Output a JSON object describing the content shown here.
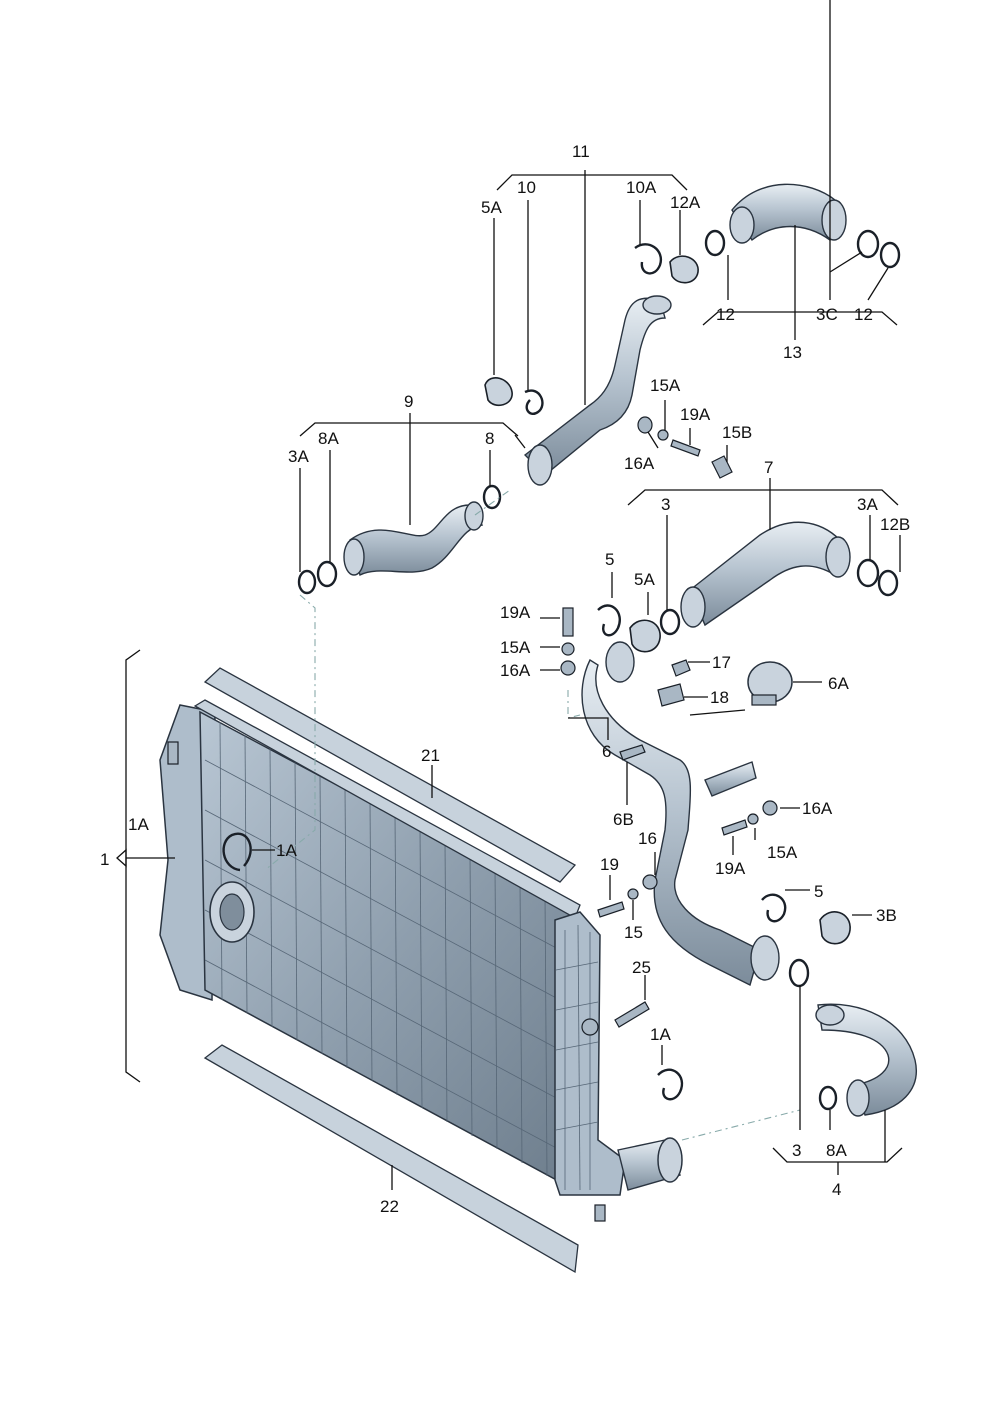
{
  "labels": {
    "l1": "1",
    "l1A_left": "1A",
    "l1A_core": "1A",
    "l1A_bottom": "1A",
    "l3_top": "3",
    "l3_bottom": "3",
    "l3A_left": "3A",
    "l3A_right": "3A",
    "l3B": "3B",
    "l3C": "3C",
    "l4": "4",
    "l5_mid": "5",
    "l5_low": "5",
    "l5A_top": "5A",
    "l5A_mid": "5A",
    "l6": "6",
    "l6A": "6A",
    "l6B": "6B",
    "l7": "7",
    "l8": "8",
    "l8A_left": "8A",
    "l8A_bottom": "8A",
    "l9": "9",
    "l10": "10",
    "l10A": "10A",
    "l11": "11",
    "l12_left": "12",
    "l12_right": "12",
    "l12A": "12A",
    "l12B": "12B",
    "l13": "13",
    "l15": "15",
    "l15A_top": "15A",
    "l15A_left": "15A",
    "l15A_right": "15A",
    "l15B": "15B",
    "l16": "16",
    "l16A_top": "16A",
    "l16A_left": "16A",
    "l16A_right": "16A",
    "l17": "17",
    "l18": "18",
    "l19": "19",
    "l19A_top": "19A",
    "l19A_left": "19A",
    "l19A_right": "19A",
    "l21": "21",
    "l22": "22",
    "l25": "25"
  },
  "icons": [
    "intercooler",
    "charge-air-hose",
    "o-ring",
    "hose-clamp",
    "spring-clip",
    "bolt",
    "nut",
    "pressure-sensor",
    "seal-strip"
  ]
}
